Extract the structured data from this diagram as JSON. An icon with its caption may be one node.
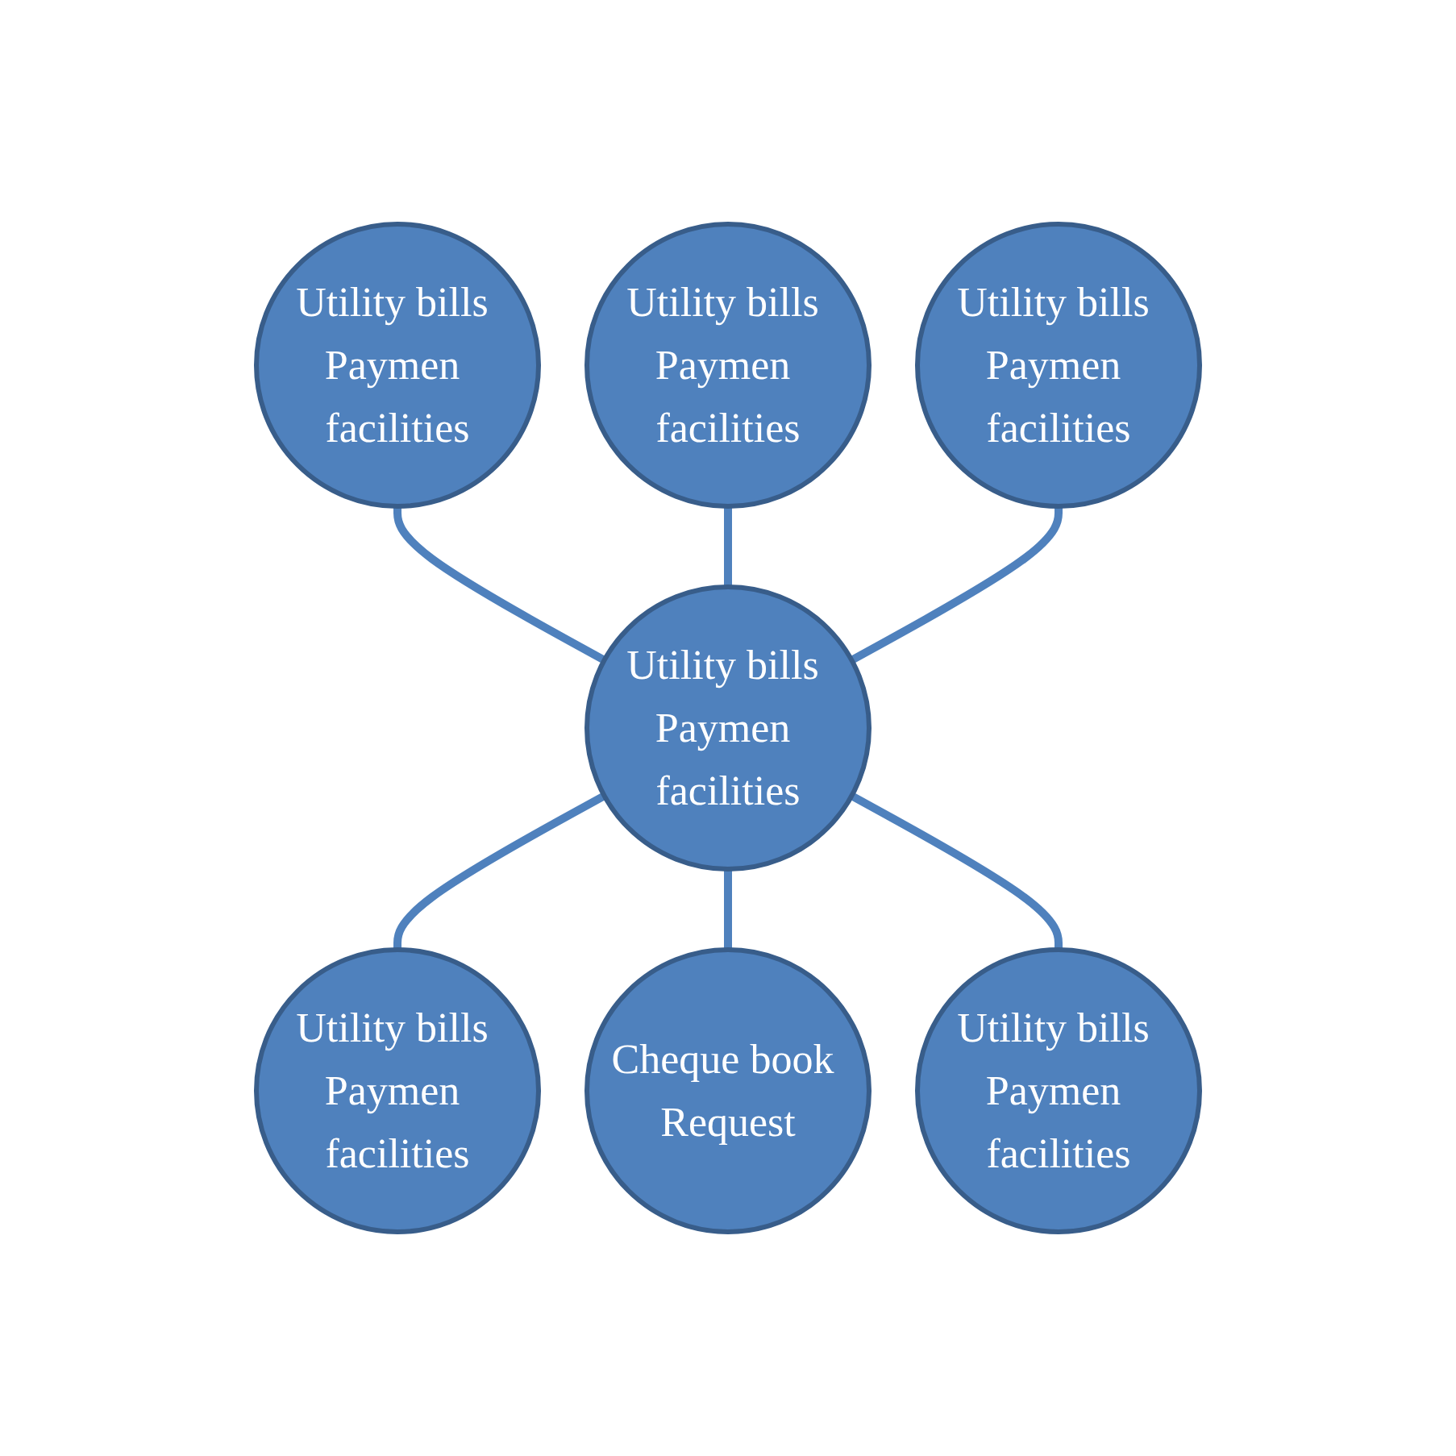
{
  "diagram": {
    "nodes": [
      {
        "text": [
          "Utility bills Paymen facilities"
        ]
      },
      {
        "text": [
          "Utility bills Paymen facilities"
        ]
      },
      {
        "text": [
          "Utility bills Paymen facilities"
        ]
      },
      {
        "text": [
          "Utility bills Paymen facilities"
        ]
      },
      {
        "text": [
          "Utility bills Paymen facilities"
        ]
      },
      {
        "text": [
          "Cheque book Request"
        ]
      },
      {
        "text": [
          "Utility bills Paymen facilities"
        ]
      }
    ],
    "edges": [
      {
        "from": 0,
        "to": 3,
        "arrow": "none"
      },
      {
        "from": 1,
        "to": 3,
        "arrow": "none"
      },
      {
        "from": 2,
        "to": 3,
        "arrow": "none"
      },
      {
        "from": 3,
        "to": 4,
        "arrow": "none"
      },
      {
        "from": 3,
        "to": 5,
        "arrow": "none"
      },
      {
        "from": 3,
        "to": 6,
        "arrow": "none"
      }
    ]
  }
}
